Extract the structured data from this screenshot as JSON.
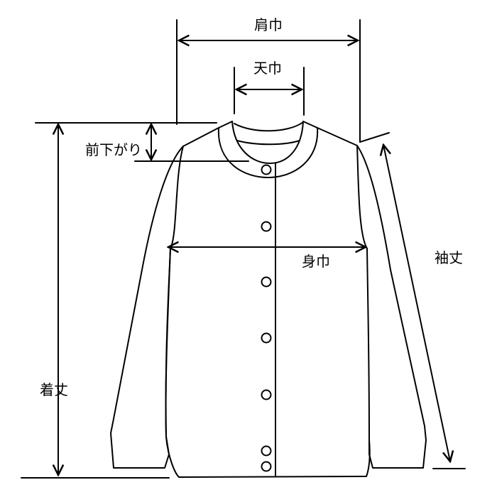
{
  "labels": {
    "shoulder_width": "肩巾",
    "neck_width": "天巾",
    "front_neck_drop": "前下がり",
    "body_width": "身巾",
    "sleeve_length": "袖丈",
    "total_length": "着丈"
  },
  "garment": "cardigan",
  "button_count": 7,
  "colors": {
    "line": "#000000",
    "background": "#ffffff"
  }
}
